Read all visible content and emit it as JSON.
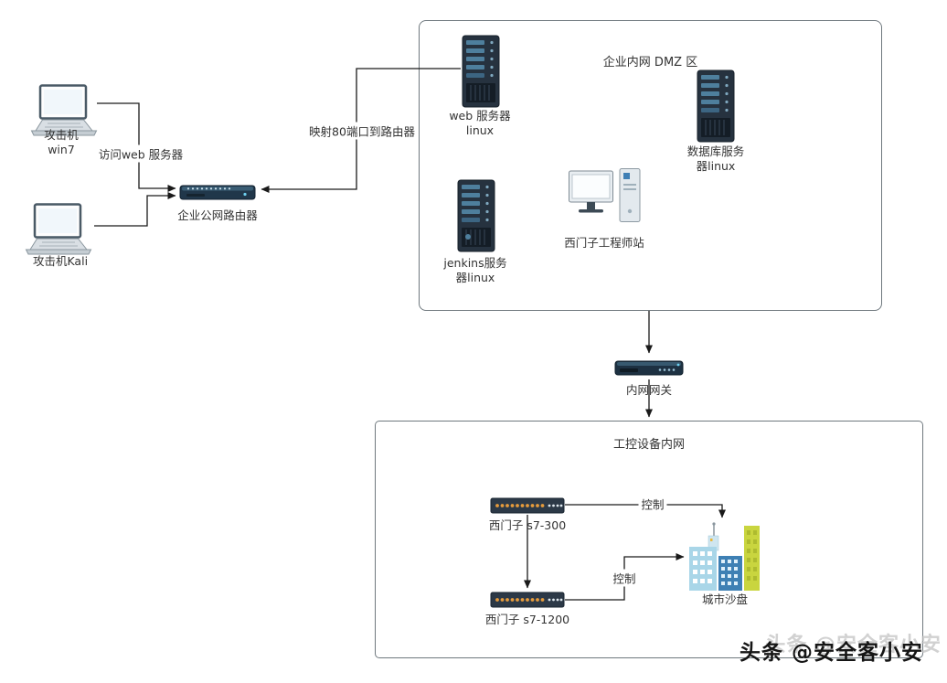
{
  "zones": {
    "dmz": {
      "title": "企业内网 DMZ 区"
    },
    "ics": {
      "title": "工控设备内网"
    }
  },
  "nodes": {
    "attacker_win7": {
      "line1": "攻击机",
      "line2": "win7"
    },
    "attacker_kali": {
      "label": "攻击机Kali"
    },
    "public_router": {
      "label": "企业公网路由器"
    },
    "web_server": {
      "line1": "web 服务器",
      "line2": "linux"
    },
    "db_server": {
      "line1": "数据库服务",
      "line2": "器linux"
    },
    "jenkins_server": {
      "line1": "jenkins服务",
      "line2": "器linux"
    },
    "engineer_station": {
      "label": "西门子工程师站"
    },
    "inner_gateway": {
      "label": "内网网关"
    },
    "plc_s7_300": {
      "label": "西门子 s7-300"
    },
    "plc_s7_1200": {
      "label": "西门子 s7-1200"
    },
    "city_sandbox": {
      "label": "城市沙盘"
    }
  },
  "edges": {
    "visit_web_label": "访问web 服务器",
    "port_mapping_label": "映射80端口到路由器",
    "control_top_label": "控制",
    "control_bottom_label": "控制"
  },
  "icons": {
    "attacker_win7": "laptop-icon",
    "attacker_kali": "laptop-icon",
    "public_router": "router-icon",
    "web_server": "server-tower-icon",
    "db_server": "server-tower-icon",
    "jenkins_server": "server-tower-icon",
    "engineer_station": "workstation-icon",
    "inner_gateway": "gateway-icon",
    "plc_s7_300": "plc-rack-icon",
    "plc_s7_1200": "plc-rack-icon",
    "city_sandbox": "city-buildings-icon"
  },
  "watermark": {
    "text": "头条 @安全客小安"
  },
  "colors": {
    "line": "#1a1a1a",
    "zone_border": "#6f787e",
    "server_body": "#26323f",
    "server_slot": "#4e7f9d",
    "plc_dot_orange": "#e59b3c",
    "city_green": "#c9d53f",
    "city_blue": "#3e80b4",
    "city_lightblue": "#a9d6e8"
  }
}
